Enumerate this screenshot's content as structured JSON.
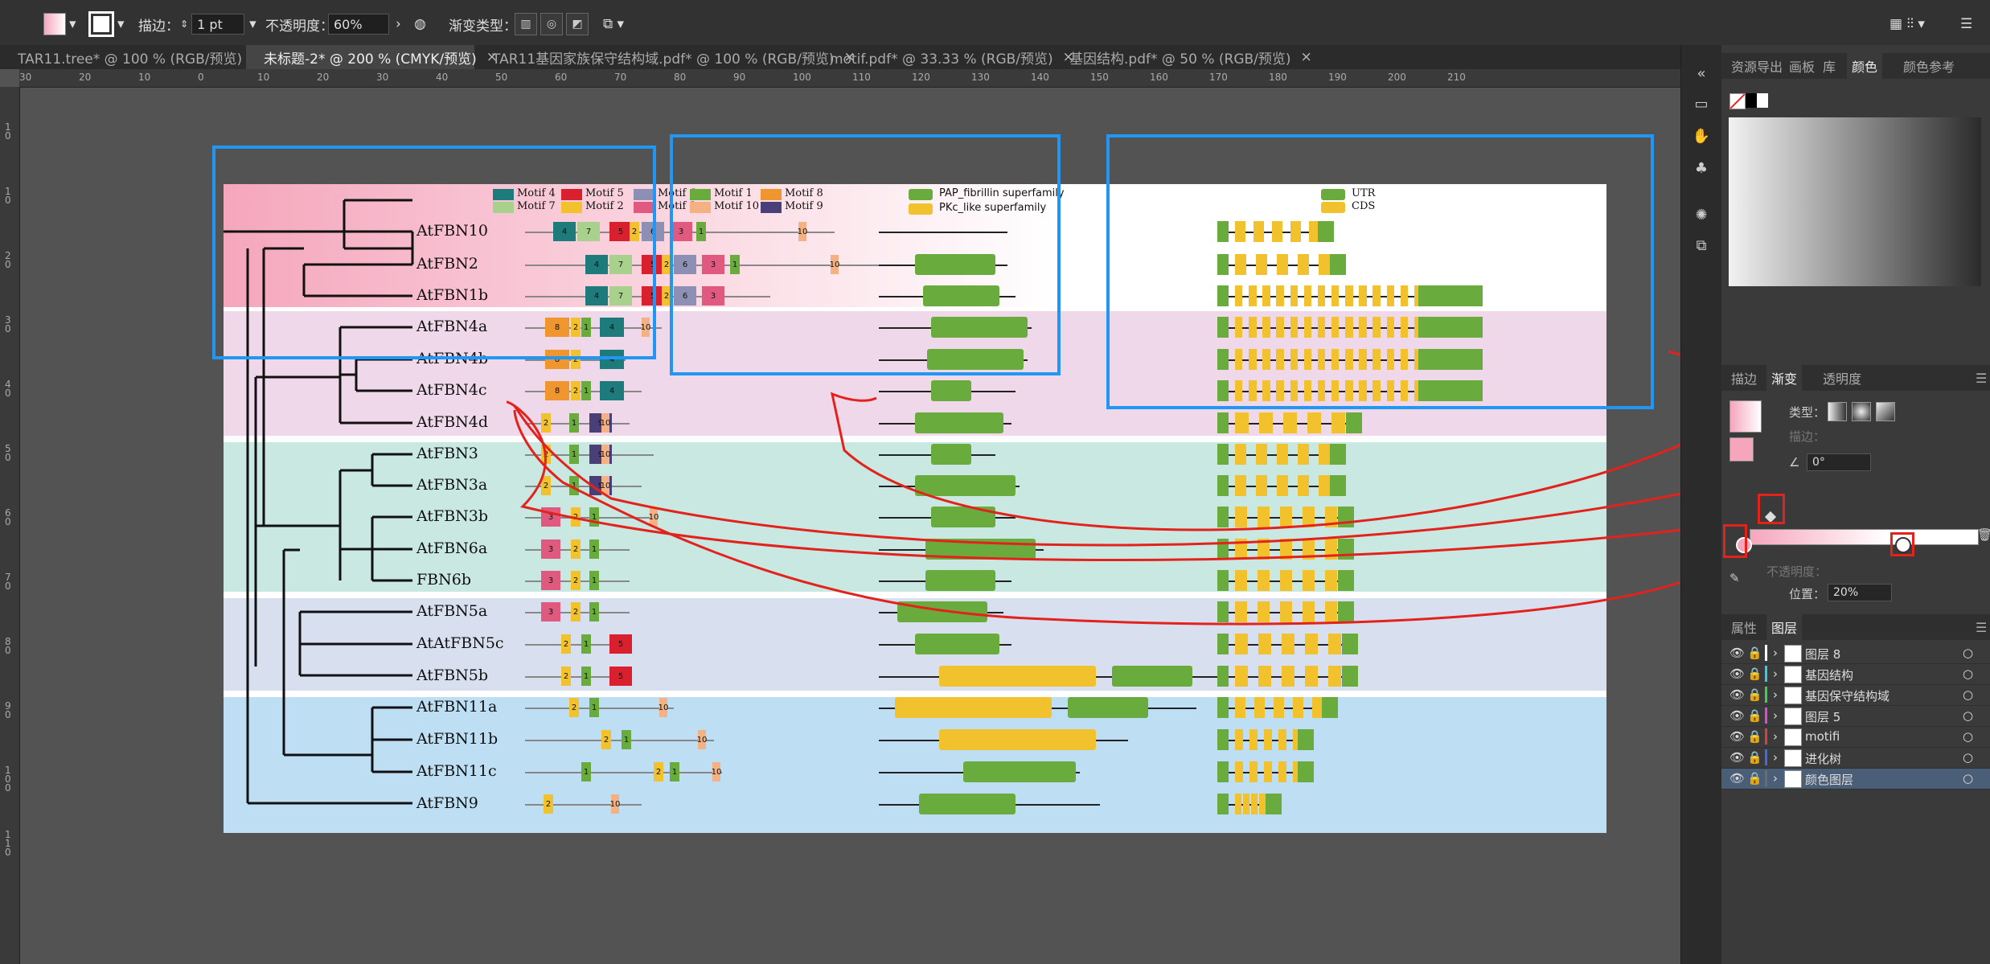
{
  "control_bar": {
    "stroke_label": "描边：",
    "stroke_value": "1 pt",
    "opacity_label": "不透明度：",
    "opacity_value": "60%",
    "gradient_type_label": "渐变类型："
  },
  "tabs": [
    {
      "label": "TAR11.tree* @ 100 % (RGB/预览)",
      "close": "×"
    },
    {
      "label": "未标题-2* @ 200 % (CMYK/预览)",
      "close": "×"
    },
    {
      "label": "TAR11基因家族保守结构域.pdf* @ 100 % (RGB/预览)",
      "close": "×"
    },
    {
      "label": "motif.pdf* @ 33.33 % (RGB/预览)",
      "close": "×"
    },
    {
      "label": "基因结构.pdf* @ 50 % (RGB/预览)",
      "close": "×"
    }
  ],
  "ruler_ticks": [
    "30",
    "20",
    "10",
    "0",
    "10",
    "20",
    "30",
    "40",
    "50",
    "60",
    "70",
    "80",
    "90",
    "100",
    "110",
    "120",
    "130",
    "140",
    "150",
    "160",
    "170",
    "180",
    "190",
    "200",
    "210"
  ],
  "vruler_ticks": [
    "1\n0",
    "1\n0",
    "2\n0",
    "3\n0",
    "4\n0",
    "5\n0",
    "6\n0",
    "7\n0",
    "8\n0",
    "9\n0",
    "1\n0\n0",
    "1\n1\n0"
  ],
  "legend": {
    "motifs": [
      {
        "label": "Motif 4",
        "color": "#1e7b7b"
      },
      {
        "label": "Motif 7",
        "color": "#a9d18e"
      },
      {
        "label": "Motif 5",
        "color": "#d8202e"
      },
      {
        "label": "Motif 2",
        "color": "#f2c12e"
      },
      {
        "label": "Motif 6",
        "color": "#8e8fb5"
      },
      {
        "label": "Motif 3",
        "color": "#e05a80"
      },
      {
        "label": "Motif 1",
        "color": "#6aab3e"
      },
      {
        "label": "Motif 10",
        "color": "#f4b183"
      },
      {
        "label": "Motif 8",
        "color": "#f0962e"
      },
      {
        "label": "Motif 9",
        "color": "#4b3f7a"
      }
    ],
    "domains": [
      {
        "label": "PAP_fibrillin superfamily",
        "color": "#6aab3e"
      },
      {
        "label": "PKc_like superfamily",
        "color": "#f2c12e"
      }
    ],
    "structure": [
      {
        "label": "UTR",
        "color": "#6aab3e"
      },
      {
        "label": "CDS",
        "color": "#f2c12e"
      }
    ]
  },
  "genes": [
    {
      "name": "AtFBN10",
      "motifs": [
        [
          "4",
          "#1e7b7b"
        ],
        [
          "7",
          "#a9d18e"
        ],
        [
          "5",
          "#d8202e"
        ],
        [
          "2",
          "#f2c12e"
        ],
        [
          "6",
          "#8e8fb5"
        ],
        [
          "3",
          "#e05a80"
        ],
        [
          "1",
          "#6aab3e"
        ],
        [
          "10",
          "#f4b183"
        ]
      ]
    },
    {
      "name": "AtFBN2",
      "motifs": [
        [
          "4",
          "#1e7b7b"
        ],
        [
          "7",
          "#a9d18e"
        ],
        [
          "5",
          "#d8202e"
        ],
        [
          "2",
          "#f2c12e"
        ],
        [
          "6",
          "#8e8fb5"
        ],
        [
          "3",
          "#e05a80"
        ],
        [
          "1",
          "#6aab3e"
        ],
        [
          "10",
          "#f4b183"
        ]
      ]
    },
    {
      "name": "AtFBN1b",
      "motifs": [
        [
          "4",
          "#1e7b7b"
        ],
        [
          "7",
          "#a9d18e"
        ],
        [
          "5",
          "#d8202e"
        ],
        [
          "2",
          "#f2c12e"
        ],
        [
          "6",
          "#8e8fb5"
        ],
        [
          "3",
          "#e05a80"
        ]
      ]
    },
    {
      "name": "AtFBN4a",
      "motifs": [
        [
          "8",
          "#f0962e"
        ],
        [
          "2",
          "#f2c12e"
        ],
        [
          "1",
          "#6aab3e"
        ],
        [
          "4",
          "#1e7b7b"
        ],
        [
          "10",
          "#f4b183"
        ]
      ]
    },
    {
      "name": "AtFBN4b",
      "motifs": [
        [
          "8",
          "#f0962e"
        ],
        [
          "2",
          "#f2c12e"
        ],
        [
          "4",
          "#1e7b7b"
        ]
      ]
    },
    {
      "name": "AtFBN4c",
      "motifs": [
        [
          "8",
          "#f0962e"
        ],
        [
          "2",
          "#f2c12e"
        ],
        [
          "1",
          "#6aab3e"
        ],
        [
          "4",
          "#1e7b7b"
        ]
      ]
    },
    {
      "name": "AtFBN4d",
      "motifs": [
        [
          "2",
          "#f2c12e"
        ],
        [
          "1",
          "#6aab3e"
        ],
        [
          "9",
          "#4b3f7a"
        ],
        [
          "10",
          "#f4b183"
        ]
      ]
    },
    {
      "name": "AtFBN3",
      "motifs": [
        [
          "2",
          "#f2c12e"
        ],
        [
          "1",
          "#6aab3e"
        ],
        [
          "9",
          "#4b3f7a"
        ],
        [
          "10",
          "#f4b183"
        ]
      ]
    },
    {
      "name": "AtFBN3a",
      "motifs": [
        [
          "2",
          "#f2c12e"
        ],
        [
          "1",
          "#6aab3e"
        ],
        [
          "9",
          "#4b3f7a"
        ],
        [
          "10",
          "#f4b183"
        ]
      ]
    },
    {
      "name": "AtFBN3b",
      "motifs": [
        [
          "3",
          "#e05a80"
        ],
        [
          "2",
          "#f2c12e"
        ],
        [
          "1",
          "#6aab3e"
        ],
        [
          "10",
          "#f4b183"
        ]
      ]
    },
    {
      "name": "AtFBN6a",
      "motifs": [
        [
          "3",
          "#e05a80"
        ],
        [
          "2",
          "#f2c12e"
        ],
        [
          "1",
          "#6aab3e"
        ]
      ]
    },
    {
      "name": "FBN6b",
      "motifs": [
        [
          "3",
          "#e05a80"
        ],
        [
          "2",
          "#f2c12e"
        ],
        [
          "1",
          "#6aab3e"
        ]
      ]
    },
    {
      "name": "AtFBN5a",
      "motifs": [
        [
          "3",
          "#e05a80"
        ],
        [
          "2",
          "#f2c12e"
        ],
        [
          "1",
          "#6aab3e"
        ]
      ]
    },
    {
      "name": "AtAtFBN5c",
      "motifs": [
        [
          "2",
          "#f2c12e"
        ],
        [
          "1",
          "#6aab3e"
        ],
        [
          "5",
          "#d8202e"
        ]
      ]
    },
    {
      "name": "AtFBN5b",
      "motifs": [
        [
          "2",
          "#f2c12e"
        ],
        [
          "1",
          "#6aab3e"
        ],
        [
          "5",
          "#d8202e"
        ]
      ]
    },
    {
      "name": "AtFBN11a",
      "motifs": [
        [
          "2",
          "#f2c12e"
        ],
        [
          "1",
          "#6aab3e"
        ],
        [
          "10",
          "#f4b183"
        ]
      ]
    },
    {
      "name": "AtFBN11b",
      "motifs": [
        [
          "2",
          "#f2c12e"
        ],
        [
          "1",
          "#6aab3e"
        ],
        [
          "10",
          "#f4b183"
        ]
      ]
    },
    {
      "name": "AtFBN11c",
      "motifs": [
        [
          "1",
          "#6aab3e"
        ],
        [
          "2",
          "#f2c12e"
        ],
        [
          "1",
          "#6aab3e"
        ],
        [
          "10",
          "#f4b183"
        ]
      ]
    },
    {
      "name": "AtFBN9",
      "motifs": [
        [
          "2",
          "#f2c12e"
        ],
        [
          "10",
          "#f4b183"
        ]
      ]
    }
  ],
  "panel_top_tabs": [
    "资源导出",
    "画板",
    "库",
    "颜色",
    "颜色参考"
  ],
  "panel_gradient_tabs": [
    "描边",
    "渐变",
    "透明度"
  ],
  "gradient": {
    "type_label": "类型：",
    "stroke_label": "描边：",
    "angle_value": "0°",
    "opacity_label": "不透明度：",
    "position_label": "位置：",
    "position_value": "20%",
    "start_color": "#f5a6bd"
  },
  "layers_tabs": [
    "属性",
    "图层"
  ],
  "layers": [
    {
      "name": "图层 8",
      "color": "#ffffff"
    },
    {
      "name": "基因结构",
      "color": "#2ecfe8"
    },
    {
      "name": "基因保守结构域",
      "color": "#3cd34a"
    },
    {
      "name": "图层 5",
      "color": "#e646d6"
    },
    {
      "name": "motifi",
      "color": "#e23b3b"
    },
    {
      "name": "进化树",
      "color": "#3f6bf0"
    },
    {
      "name": "颜色图层",
      "color": "#6c6c6c"
    }
  ]
}
